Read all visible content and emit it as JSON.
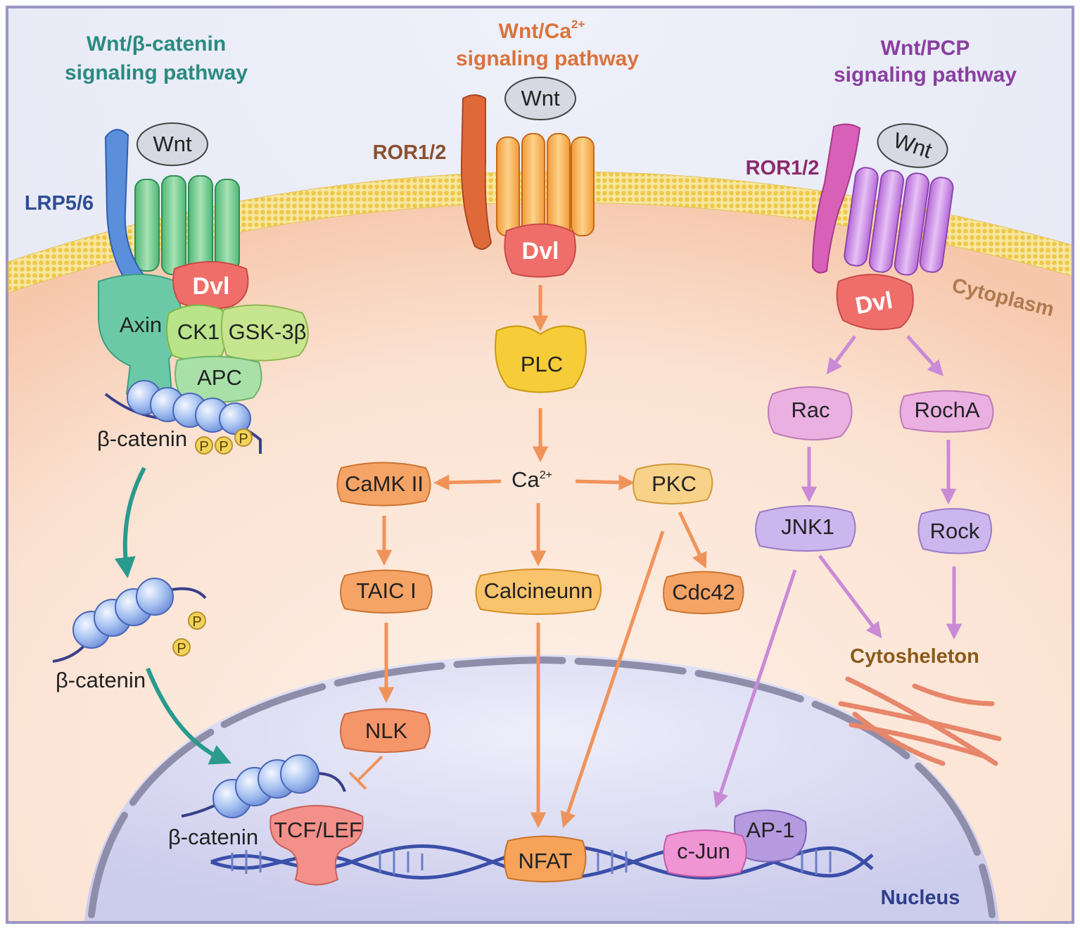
{
  "pathways": {
    "canonical": {
      "title_line1": "Wnt/β-catenin",
      "title_line2": "signaling pathway",
      "color": "#2a8a80",
      "wnt": "Wnt",
      "coreceptor": "LRP5/6",
      "dvl": "Dvl",
      "axin": "Axin",
      "ck1": "CK1",
      "gsk": "GSK-3β",
      "apc": "APC",
      "catenin_complex": "β-catenin",
      "catenin_free": "β-catenin",
      "catenin_nucleus": "β-catenin",
      "phospho": "P",
      "tcf": "TCF/LEF"
    },
    "calcium": {
      "title_line1": "Wnt/Ca",
      "title_sup": "2+",
      "title_line2": "signaling pathway",
      "color": "#d9733c",
      "wnt": "Wnt",
      "receptor": "ROR1/2",
      "dvl": "Dvl",
      "plc": "PLC",
      "ca": "Ca",
      "ca_sup": "2+",
      "camk": "CaMK II",
      "pkc": "PKC",
      "taic": "TAIC I",
      "calcineurin": "Calcineunn",
      "cdc42": "Cdc42",
      "nlk": "NLK",
      "nfat": "NFAT"
    },
    "pcp": {
      "title_line1": "Wnt/PCP",
      "title_line2": "signaling pathway",
      "color": "#8a3fa0",
      "wnt": "Wnt",
      "receptor": "ROR1/2",
      "dvl": "Dvl",
      "rac": "Rac",
      "rocha": "RochA",
      "jnk": "JNK1",
      "rock": "Rock",
      "cytoskeleton": "Cytosheleton",
      "cjun": "c-Jun",
      "ap1": "AP-1"
    }
  },
  "compartments": {
    "cytoplasm": "Cytoplasm",
    "nucleus": "Nucleus"
  },
  "colors": {
    "membrane": "#f2d35a",
    "cytoplasm": "#fbe6d8",
    "nucleus": "#dcdcf2",
    "border": "#9a96c4",
    "arrow_teal": "#2a9a8e",
    "arrow_orange": "#f0935a",
    "arrow_purple": "#c98ad6"
  }
}
